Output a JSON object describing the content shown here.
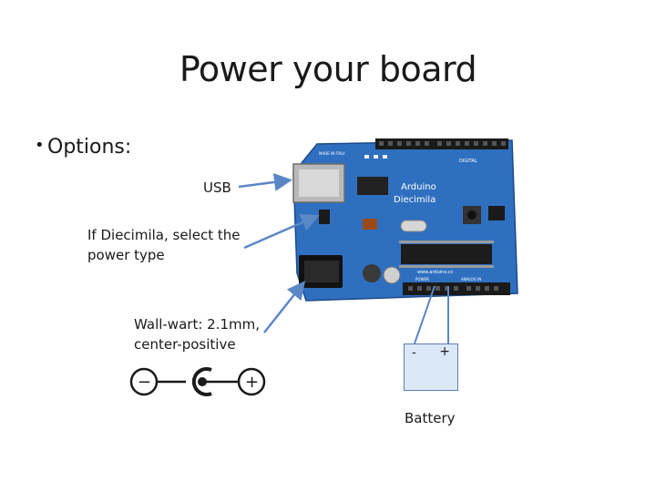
{
  "slide": {
    "title": "Power your board",
    "bullet": "Options:",
    "labels": {
      "usb": "USB",
      "decimila": "If Diecimila, select the power type",
      "wallwart": "Wall-wart: 2.1mm, center-positive",
      "battery": "Battery"
    },
    "battery_signs": {
      "minus": "-",
      "plus": "+"
    },
    "symbol": {
      "minus": "−",
      "plus": "+"
    },
    "board": {
      "brand": "Arduino",
      "model": "Diecimila",
      "silk_digital": "DIGITAL",
      "silk_analog": "ANALOG IN",
      "silk_power": "POWER",
      "silk_made_in": "MADE IN ITALY",
      "silk_url": "www.arduino.cc",
      "pcb_color": "#2f6fbf"
    }
  }
}
